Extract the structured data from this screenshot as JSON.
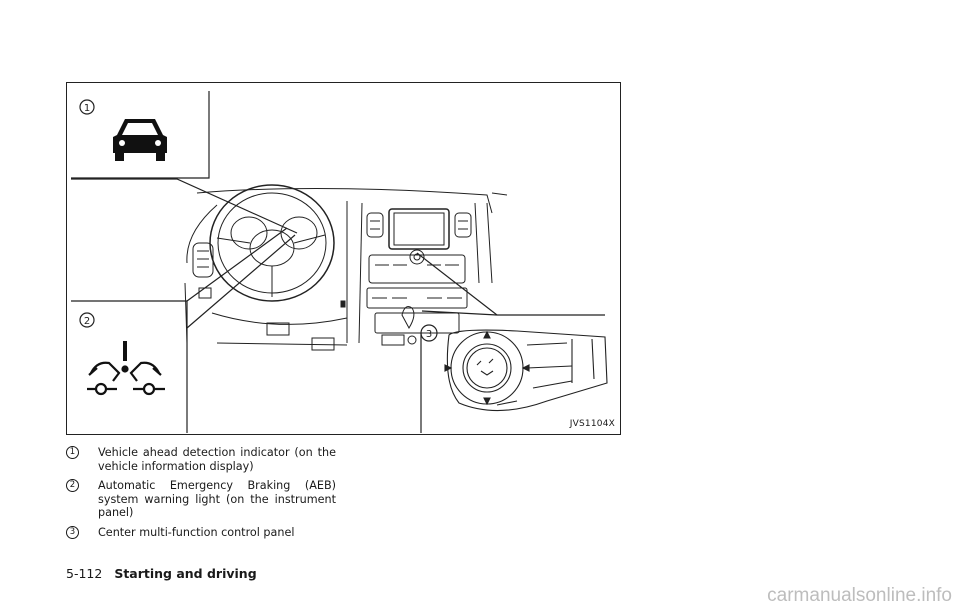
{
  "figure": {
    "code": "JVS1104X",
    "callouts": [
      "1",
      "2",
      "3"
    ]
  },
  "captions": [
    {
      "num": "1",
      "text": "Vehicle ahead detection indicator (on the vehicle information display)"
    },
    {
      "num": "2",
      "text": "Automatic Emergency Braking (AEB) system warning light (on the instrument panel)"
    },
    {
      "num": "3",
      "text": "Center multi-function control panel"
    }
  ],
  "footer": {
    "page_number": "5-112",
    "section_title": "Starting and driving"
  },
  "watermark": "carmanualsonline.info",
  "icons": [
    "vehicle-ahead-icon",
    "aeb-warning-icon",
    "multi-function-controller-icon"
  ]
}
